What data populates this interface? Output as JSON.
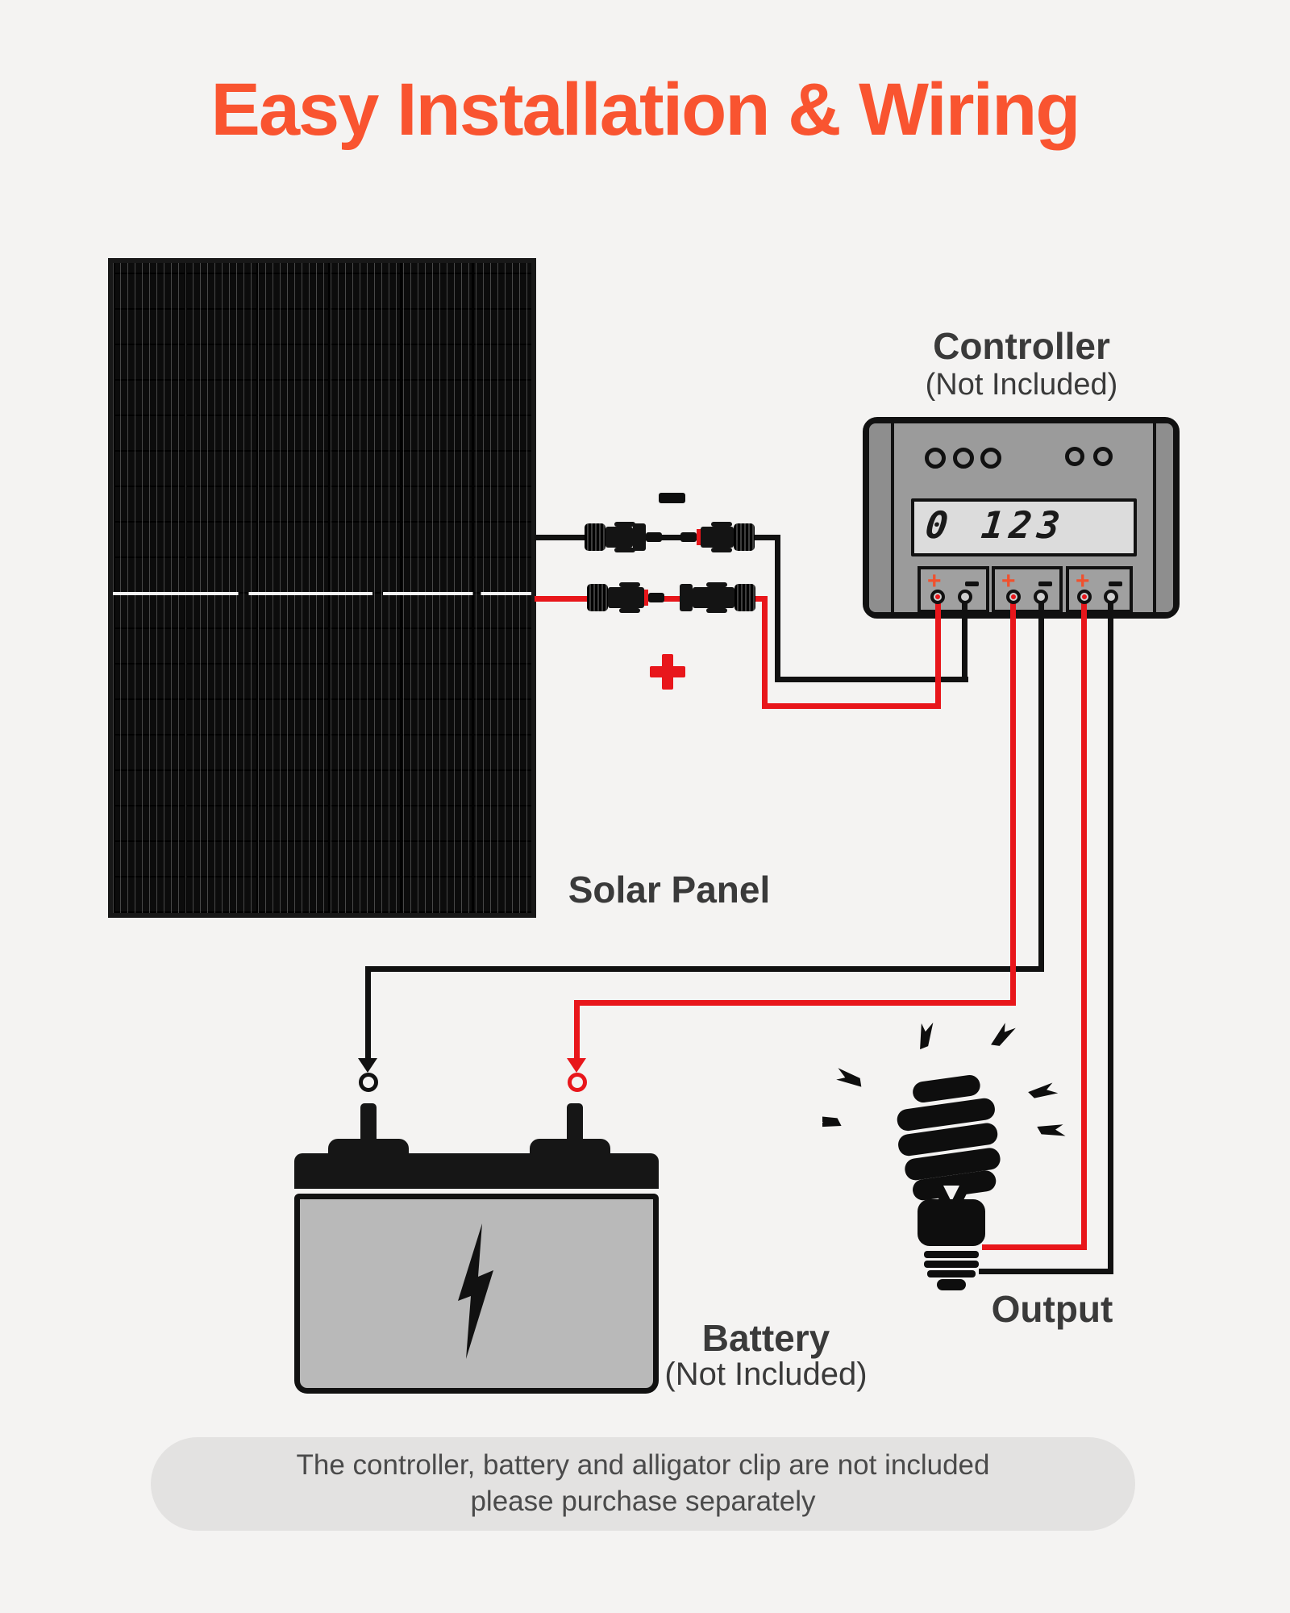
{
  "title": {
    "text": "Easy Installation & Wiring",
    "color": "#f95430"
  },
  "solar_panel": {
    "label": "Solar Panel"
  },
  "connectors": {
    "negative_marker": "-",
    "positive_marker": "+",
    "description": "MC4 connector pair on negative and positive solar leads"
  },
  "controller": {
    "title": "Controller",
    "subtitle": "(Not Included)",
    "lcd_value": "0 123",
    "blocks": [
      {
        "plus": "+",
        "minus": "-"
      },
      {
        "plus": "+",
        "minus": "-"
      },
      {
        "plus": "+",
        "minus": "-"
      }
    ]
  },
  "battery": {
    "label": "Battery",
    "sublabel": "(Not Included)"
  },
  "output": {
    "label": "Output"
  },
  "note": {
    "line1": "The controller, battery and alligator clip are not included",
    "line2": "please purchase separately"
  },
  "colors": {
    "wire_red": "#e8161b",
    "wire_black": "#111111",
    "accent_orange": "#f95430",
    "label_gray": "#3a3a3a",
    "controller_gray": "#9b9b9b",
    "lcd_gray": "#dcdcdc",
    "background": "#f4f3f2"
  },
  "icons": {
    "battery_symbol": "lightning-bolt-icon",
    "load_symbol": "cfl-bulb-icon",
    "glow_symbol": "light-rays-icon",
    "clip_symbol": "alligator-clip-ring-icon"
  }
}
